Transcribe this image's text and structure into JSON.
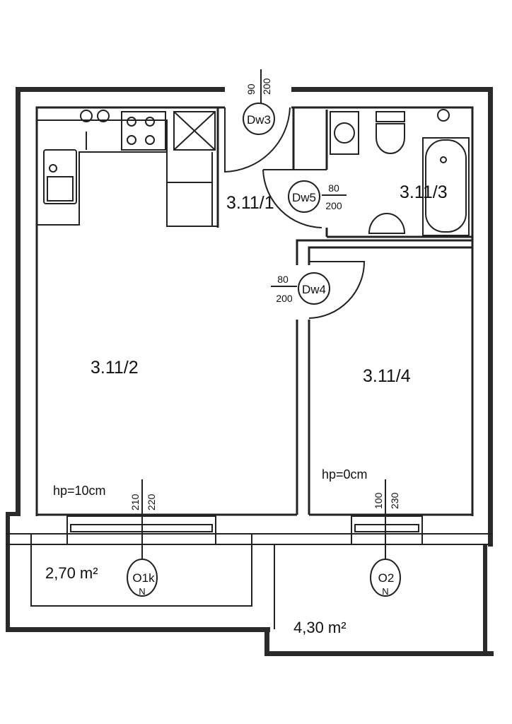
{
  "rooms": {
    "hall": "3.11/1",
    "living": "3.11/2",
    "bath": "3.11/3",
    "bedroom": "3.11/4"
  },
  "doors": {
    "dw3": {
      "tag": "Dw3",
      "width": "90",
      "height": "200"
    },
    "dw5": {
      "tag": "Dw5",
      "width": "80",
      "height": "200"
    },
    "dw4": {
      "tag": "Dw4",
      "width": "80",
      "height": "200"
    }
  },
  "windows": {
    "o1k": {
      "tag": "O1k",
      "dir": "N",
      "sill": "210",
      "height": "220",
      "hp": "hp=10cm"
    },
    "o2": {
      "tag": "O2",
      "dir": "N",
      "sill": "100",
      "height": "230",
      "hp": "hp=0cm"
    }
  },
  "balconies": {
    "left_area": "2,70 m²",
    "right_area": "4,30 m²"
  },
  "colors": {
    "wall": "#2a2a2a",
    "line": "#222222"
  }
}
